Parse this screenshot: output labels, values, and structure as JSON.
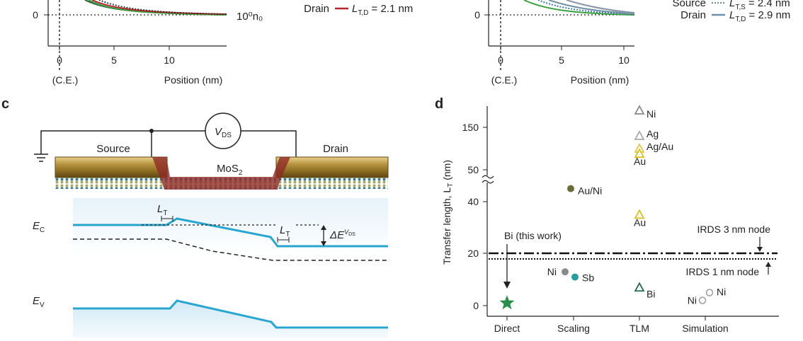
{
  "panel_labels": [
    "c",
    "d"
  ],
  "top_left": {
    "y_tick": "0",
    "x_ticks": [
      "0",
      "5",
      "10"
    ],
    "ce": "(C.E.)",
    "xlabel": "Position (nm)",
    "curve_label": "10⁰n₀",
    "legend": {
      "row": "Drain",
      "key": "L",
      "sub": "T,D",
      "val": " = 2.1 nm",
      "color": "#b2282e"
    }
  },
  "top_right": {
    "y_tick": "0",
    "x_ticks": [
      "0",
      "5",
      "10"
    ],
    "ce": "(C.E.)",
    "xlabel": "Position (nm)",
    "legend": [
      {
        "row": "Source",
        "key": "L",
        "sub": "T,S",
        "val": " = 2.4 nm",
        "style": "dotted"
      },
      {
        "row": "Drain",
        "key": "L",
        "sub": "T,D",
        "val": " = 2.9 nm",
        "style": "solid"
      }
    ]
  },
  "panel_c": {
    "vds": "V",
    "vds_sub": "DS",
    "source": "Source",
    "drain": "Drain",
    "channel": "MoS",
    "channel_sub": "2",
    "ec": "E",
    "ec_sub": "C",
    "ev": "E",
    "ev_sub": "V",
    "lt": "L",
    "lt_sub": "T",
    "de": "ΔE",
    "de_sup": "V",
    "de_sub": "DS"
  },
  "chart_data": {
    "type": "scatter",
    "ylabel": "Transfer length, L",
    "ylabel_sub": "T",
    "ylabel_unit": " (nm)",
    "categories": [
      "Direct",
      "Scaling",
      "TLM",
      "Simulation"
    ],
    "y_ticks_lower": [
      "0",
      "20",
      "40"
    ],
    "y_ticks_upper": [
      "50",
      "150"
    ],
    "points": [
      {
        "category": "Direct",
        "y": 1,
        "label": "",
        "marker": "star",
        "color": "#2a8c4a"
      },
      {
        "category": "Scaling",
        "y": 45,
        "label": "Au/Ni",
        "marker": "circle",
        "color": "#6b6b3a"
      },
      {
        "category": "Scaling",
        "y": 13,
        "label": "Ni",
        "marker": "circle",
        "color": "#8a8a8a"
      },
      {
        "category": "Scaling",
        "y": 11,
        "label": "Sb",
        "marker": "circle",
        "color": "#2a9c9c"
      },
      {
        "category": "TLM",
        "y": 190,
        "label": "Ni",
        "marker": "triangle",
        "color": "#8a8a8a"
      },
      {
        "category": "TLM",
        "y": 130,
        "label": "Ag",
        "marker": "triangle",
        "color": "#aaaaaa"
      },
      {
        "category": "TLM",
        "y": 100,
        "label": "Ag/Au",
        "marker": "triangle",
        "color": "#e0c84a"
      },
      {
        "category": "TLM",
        "y": 88,
        "label": "Au",
        "marker": "triangle",
        "color": "#d9c020"
      },
      {
        "category": "TLM",
        "y": 35,
        "label": "Au",
        "marker": "triangle",
        "color": "#d9c020"
      },
      {
        "category": "TLM",
        "y": 7,
        "label": "Bi",
        "marker": "triangle",
        "color": "#2a6a4a"
      },
      {
        "category": "Simulation",
        "y": 2,
        "label": "Ni",
        "marker": "open-circle",
        "color": "#9a9a9a"
      },
      {
        "category": "Simulation",
        "y": 5,
        "label": "Ni",
        "marker": "open-circle",
        "color": "#9a9a9a"
      }
    ],
    "hlines": [
      {
        "y": 20,
        "label": "IRDS 3 nm node",
        "style": "dashdot"
      },
      {
        "y": 18,
        "label": "IRDS 1 nm node",
        "style": "dotted"
      }
    ],
    "annotation": "Bi (this work)"
  }
}
